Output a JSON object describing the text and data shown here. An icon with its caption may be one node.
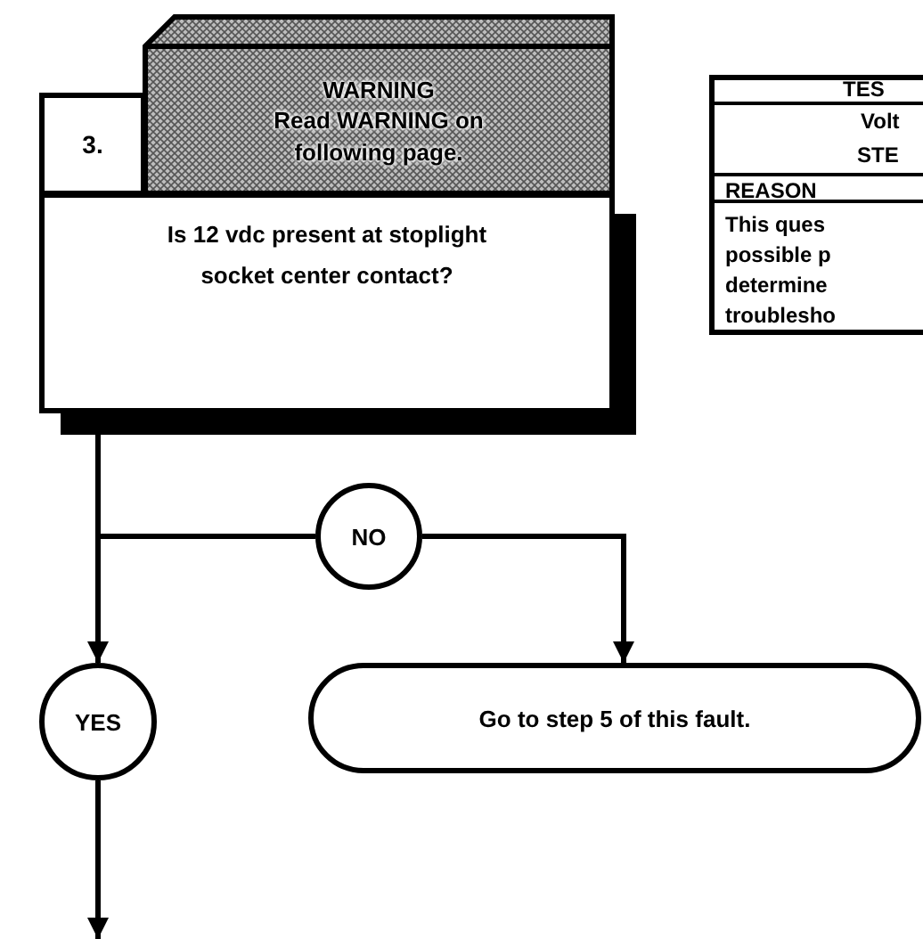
{
  "diagram": {
    "nodes": [
      {
        "text": [
          "3."
        ]
      },
      {
        "text": [
          "WARNING",
          "Read WARNING on following page."
        ]
      },
      {
        "text": [
          "Is 12 vdc present at stoplight socket center contact?"
        ]
      },
      {
        "text": [
          "NO"
        ]
      },
      {
        "text": [
          "YES"
        ]
      },
      {
        "text": [
          "Go to step 5 of this fault."
        ]
      }
    ],
    "edges": [
      {
        "from": 2,
        "to": 4,
        "arrow": "to"
      },
      {
        "from": 2,
        "to": 3,
        "arrow": "none"
      },
      {
        "from": 3,
        "to": 5,
        "arrow": "to"
      },
      {
        "from": 4,
        "to": null,
        "arrow": "to"
      }
    ],
    "labels": [
      "TES",
      "Volt",
      "STE",
      "REASON",
      "This ques",
      "possible p",
      "determine",
      "troublesho"
    ]
  }
}
